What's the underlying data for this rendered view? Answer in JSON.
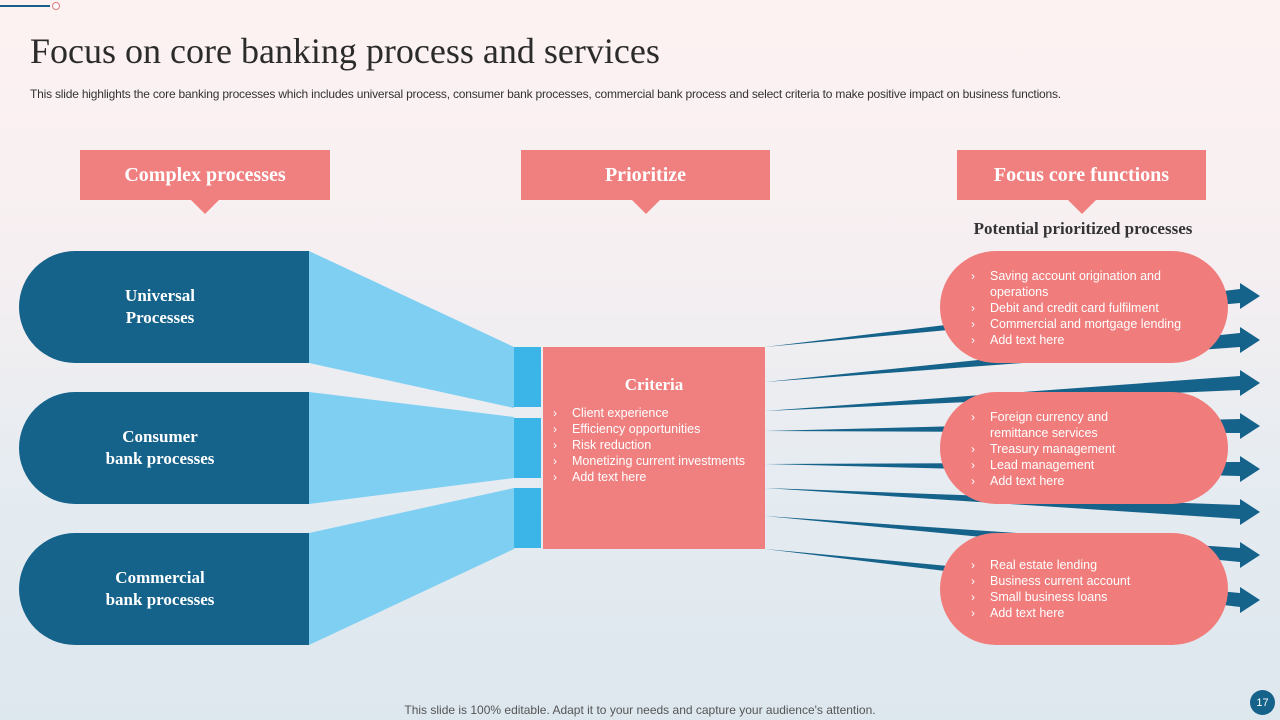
{
  "title": "Focus on core banking process and services",
  "subtitle": "This slide highlights the core banking processes which includes universal process, consumer bank processes, commercial bank process and select criteria to make positive impact on business functions.",
  "headers": {
    "complex": "Complex  processes",
    "prioritize": "Prioritize",
    "focus": "Focus core functions"
  },
  "processes": [
    {
      "label": "Universal\nProcesses"
    },
    {
      "label": "Consumer\nbank processes"
    },
    {
      "label": "Commercial\nbank processes"
    }
  ],
  "criteria": {
    "title": "Criteria",
    "items": [
      "Client experience",
      "Efficiency opportunities",
      "Risk reduction",
      "Monetizing current investments",
      "Add text here"
    ]
  },
  "potential_title": "Potential prioritized processes",
  "function_groups": [
    {
      "lines": [
        "Saving account origination and",
        "operations",
        "Debit and credit card fulfilment",
        "Commercial and mortgage lending",
        "Add text here"
      ],
      "bullets": [
        true,
        false,
        true,
        true,
        true
      ]
    },
    {
      "lines": [
        "Foreign currency and",
        "remittance services",
        "Treasury management",
        "Lead management",
        "Add text here"
      ],
      "bullets": [
        true,
        false,
        true,
        true,
        true
      ]
    },
    {
      "lines": [
        "Real estate lending",
        "Business current account",
        "Small business loans",
        "Add text here"
      ],
      "bullets": [
        true,
        true,
        true,
        true
      ]
    }
  ],
  "footer": "This slide is 100% editable. Adapt it to your needs and capture your audience's attention.",
  "page_number": "17",
  "colors": {
    "navy": "#15628a",
    "coral": "#f08080",
    "sky": "#7ecff2",
    "cyan": "#3bb5e8",
    "arrow": "#15628a"
  },
  "icons": {
    "bullet": "chevron-right-icon",
    "connector": "arrow-right-icon"
  }
}
